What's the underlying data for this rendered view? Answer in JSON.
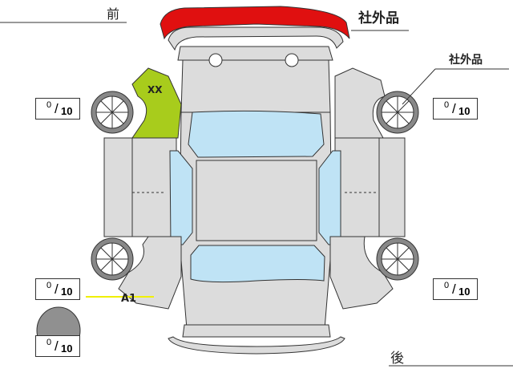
{
  "labels": {
    "front": "前",
    "rear": "後",
    "aftermarket_top": "社外品",
    "aftermarket_wheel": "社外品",
    "fender_mark": "XX",
    "door_mark": "A1"
  },
  "tire_scores": [
    {
      "position": "front-left",
      "value": "0",
      "max": "10"
    },
    {
      "position": "front-right",
      "value": "0",
      "max": "10"
    },
    {
      "position": "rear-left",
      "value": "0",
      "max": "10"
    },
    {
      "position": "rear-right",
      "value": "0",
      "max": "10"
    },
    {
      "position": "spare",
      "value": "0",
      "max": "10"
    }
  ],
  "colors": {
    "body": "#dcdcdc",
    "glass": "#bfe3f5",
    "damage_red": "#e01010",
    "damage_green": "#a8cc1c",
    "mark_yellow": "#f0f000",
    "spare": "#909090"
  }
}
